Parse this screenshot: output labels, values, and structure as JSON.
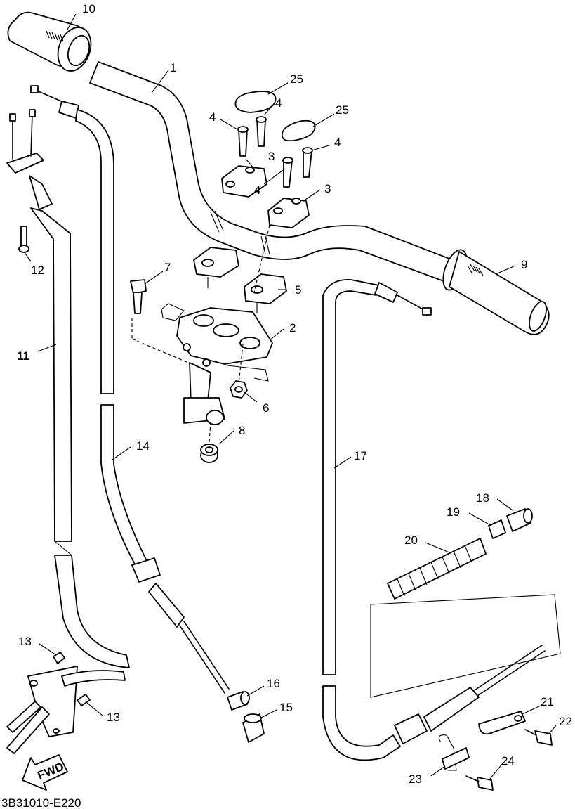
{
  "figure_code": "3B31010-E220",
  "direction_label": "FWD",
  "callouts": {
    "c1": "1",
    "c2": "2",
    "c3a": "3",
    "c3b": "3",
    "c4a": "4",
    "c4b": "4",
    "c4c": "4",
    "c4d": "4",
    "c5": "5",
    "c6": "6",
    "c7": "7",
    "c8": "8",
    "c9": "9",
    "c10": "10",
    "c11": "11",
    "c12": "12",
    "c13a": "13",
    "c13b": "13",
    "c14": "14",
    "c15": "15",
    "c16": "16",
    "c17": "17",
    "c18": "18",
    "c19": "19",
    "c20": "20",
    "c21": "21",
    "c22": "22",
    "c23": "23",
    "c24": "24",
    "c25a": "25",
    "c25b": "25"
  }
}
